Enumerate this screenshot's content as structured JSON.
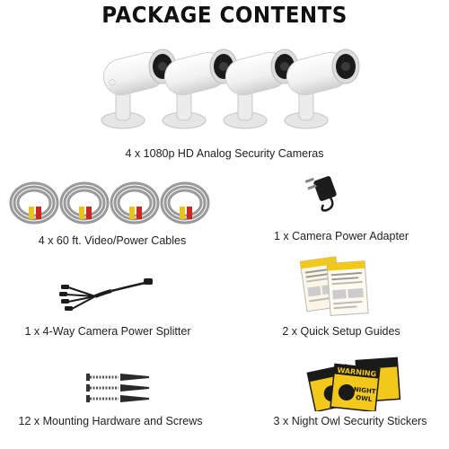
{
  "title": "PACKAGE CONTENTS",
  "items": {
    "cameras": {
      "caption": "4 x 1080p HD Analog Security Cameras"
    },
    "cables": {
      "caption": "4 x 60 ft. Video/Power Cables"
    },
    "adapter": {
      "caption": "1 x Camera Power Adapter"
    },
    "splitter": {
      "caption": "1 x 4-Way Camera Power Splitter"
    },
    "guides": {
      "caption": "2 x Quick Setup Guides"
    },
    "hardware": {
      "caption": "12 x Mounting Hardware and Screws"
    },
    "stickers": {
      "caption": "3 x Night Owl Security Stickers",
      "text_warning": "WARNING",
      "text_night": "NIGHT",
      "text_owl": "OWL"
    }
  },
  "colors": {
    "camera_white": "#f4f4f4",
    "cable_gray": "#9a9a9a",
    "connector_yellow": "#e8c21e",
    "connector_red": "#c8281e",
    "sticker_yellow": "#f2c81a",
    "sticker_black": "#1a1a1a"
  }
}
